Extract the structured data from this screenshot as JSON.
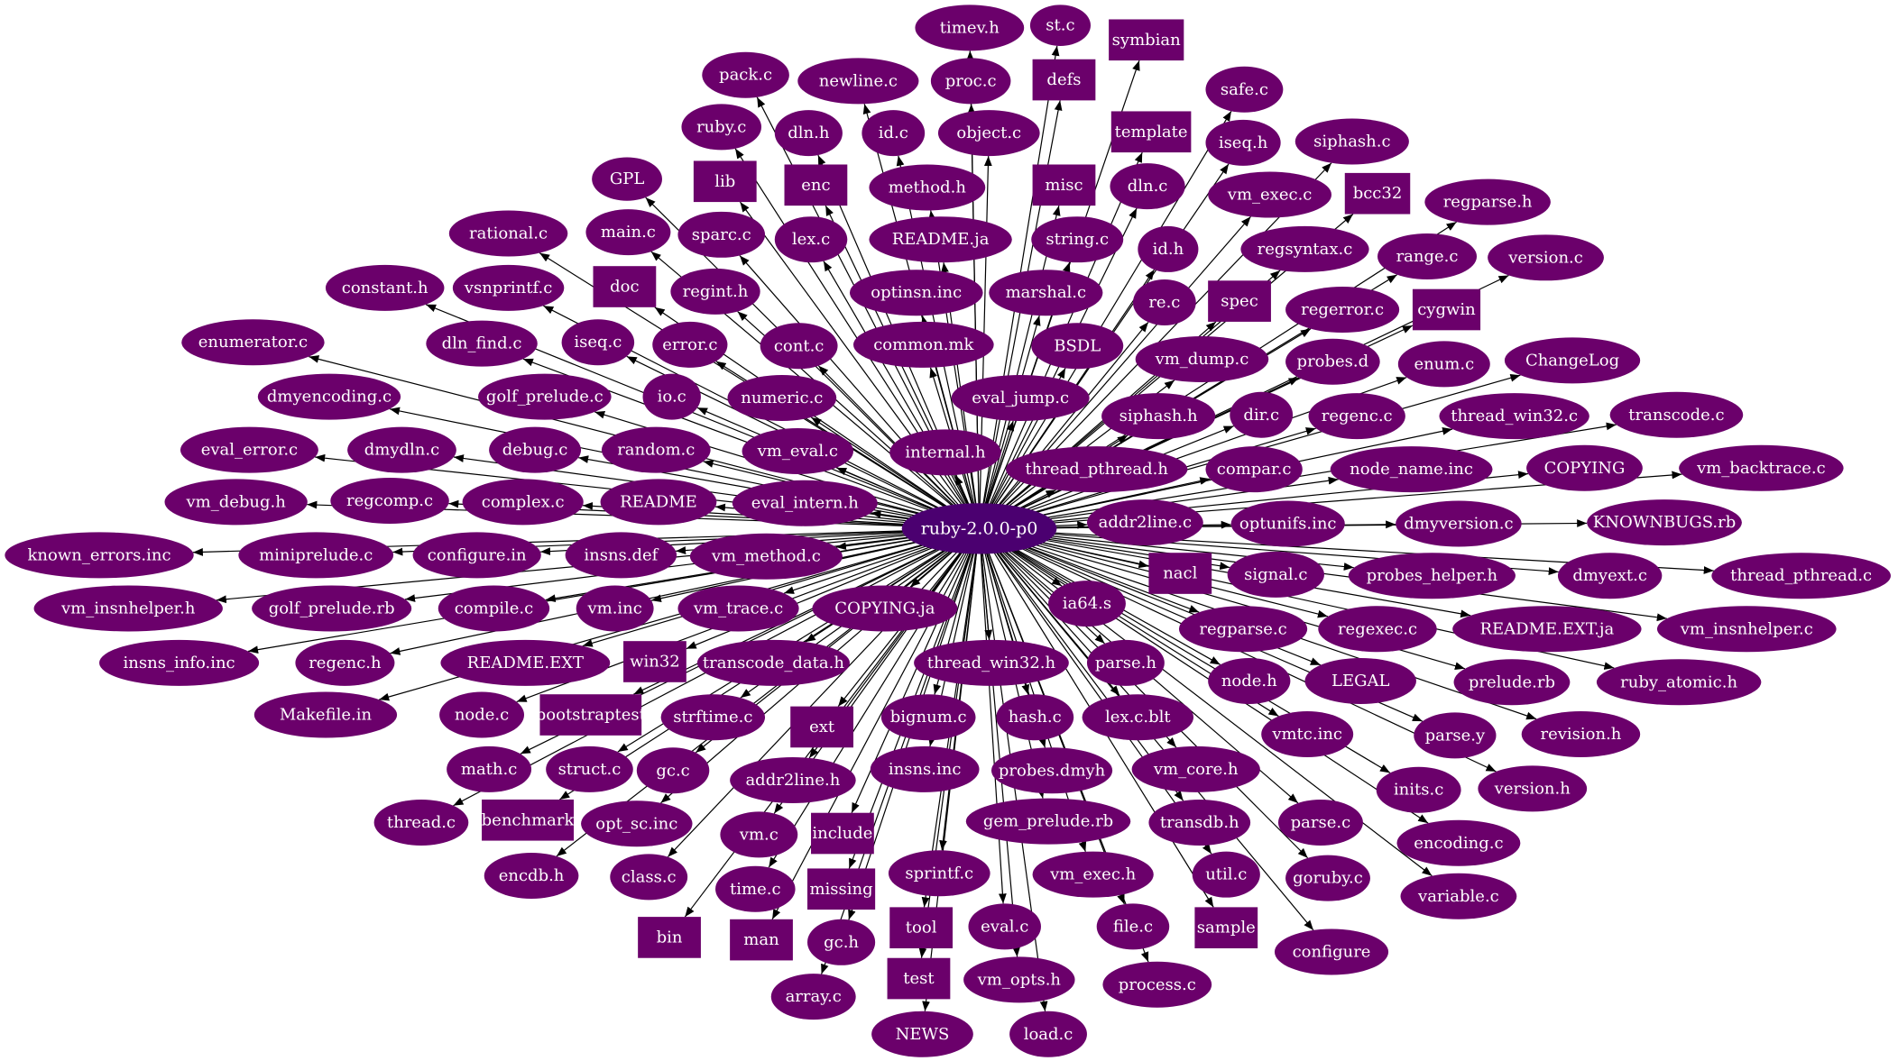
{
  "colors": {
    "node": "#6b006b",
    "root": "#4b0070",
    "edge": "#000000",
    "label": "#ffffff"
  },
  "root": "ruby-2.0.0-p0",
  "nodes": [
    {
      "label": "timev.h",
      "shape": "ellipse"
    },
    {
      "label": "st.c",
      "shape": "ellipse"
    },
    {
      "label": "symbian",
      "shape": "box"
    },
    {
      "label": "pack.c",
      "shape": "ellipse"
    },
    {
      "label": "newline.c",
      "shape": "ellipse"
    },
    {
      "label": "proc.c",
      "shape": "ellipse"
    },
    {
      "label": "defs",
      "shape": "box"
    },
    {
      "label": "safe.c",
      "shape": "ellipse"
    },
    {
      "label": "ruby.c",
      "shape": "ellipse"
    },
    {
      "label": "dln.h",
      "shape": "ellipse"
    },
    {
      "label": "id.c",
      "shape": "ellipse"
    },
    {
      "label": "object.c",
      "shape": "ellipse"
    },
    {
      "label": "template",
      "shape": "box"
    },
    {
      "label": "iseq.h",
      "shape": "ellipse"
    },
    {
      "label": "siphash.c",
      "shape": "ellipse"
    },
    {
      "label": "GPL",
      "shape": "ellipse"
    },
    {
      "label": "lib",
      "shape": "box"
    },
    {
      "label": "enc",
      "shape": "box"
    },
    {
      "label": "method.h",
      "shape": "ellipse"
    },
    {
      "label": "misc",
      "shape": "box"
    },
    {
      "label": "dln.c",
      "shape": "ellipse"
    },
    {
      "label": "vm_exec.c",
      "shape": "ellipse"
    },
    {
      "label": "bcc32",
      "shape": "box"
    },
    {
      "label": "regparse.h",
      "shape": "ellipse"
    },
    {
      "label": "rational.c",
      "shape": "ellipse"
    },
    {
      "label": "main.c",
      "shape": "ellipse"
    },
    {
      "label": "sparc.c",
      "shape": "ellipse"
    },
    {
      "label": "lex.c",
      "shape": "ellipse"
    },
    {
      "label": "README.ja",
      "shape": "ellipse"
    },
    {
      "label": "string.c",
      "shape": "ellipse"
    },
    {
      "label": "id.h",
      "shape": "ellipse"
    },
    {
      "label": "regsyntax.c",
      "shape": "ellipse"
    },
    {
      "label": "range.c",
      "shape": "ellipse"
    },
    {
      "label": "version.c",
      "shape": "ellipse"
    },
    {
      "label": "constant.h",
      "shape": "ellipse"
    },
    {
      "label": "vsnprintf.c",
      "shape": "ellipse"
    },
    {
      "label": "doc",
      "shape": "box"
    },
    {
      "label": "regint.h",
      "shape": "ellipse"
    },
    {
      "label": "optinsn.inc",
      "shape": "ellipse"
    },
    {
      "label": "marshal.c",
      "shape": "ellipse"
    },
    {
      "label": "re.c",
      "shape": "ellipse"
    },
    {
      "label": "spec",
      "shape": "box"
    },
    {
      "label": "regerror.c",
      "shape": "ellipse"
    },
    {
      "label": "cygwin",
      "shape": "box"
    },
    {
      "label": "enumerator.c",
      "shape": "ellipse"
    },
    {
      "label": "dln_find.c",
      "shape": "ellipse"
    },
    {
      "label": "iseq.c",
      "shape": "ellipse"
    },
    {
      "label": "error.c",
      "shape": "ellipse"
    },
    {
      "label": "cont.c",
      "shape": "ellipse"
    },
    {
      "label": "common.mk",
      "shape": "ellipse"
    },
    {
      "label": "BSDL",
      "shape": "ellipse"
    },
    {
      "label": "vm_dump.c",
      "shape": "ellipse"
    },
    {
      "label": "probes.d",
      "shape": "ellipse"
    },
    {
      "label": "enum.c",
      "shape": "ellipse"
    },
    {
      "label": "ChangeLog",
      "shape": "ellipse"
    },
    {
      "label": "dmyencoding.c",
      "shape": "ellipse"
    },
    {
      "label": "golf_prelude.c",
      "shape": "ellipse"
    },
    {
      "label": "io.c",
      "shape": "ellipse"
    },
    {
      "label": "numeric.c",
      "shape": "ellipse"
    },
    {
      "label": "eval_jump.c",
      "shape": "ellipse"
    },
    {
      "label": "siphash.h",
      "shape": "ellipse"
    },
    {
      "label": "dir.c",
      "shape": "ellipse"
    },
    {
      "label": "regenc.c",
      "shape": "ellipse"
    },
    {
      "label": "thread_win32.c",
      "shape": "ellipse"
    },
    {
      "label": "transcode.c",
      "shape": "ellipse"
    },
    {
      "label": "eval_error.c",
      "shape": "ellipse"
    },
    {
      "label": "dmydln.c",
      "shape": "ellipse"
    },
    {
      "label": "debug.c",
      "shape": "ellipse"
    },
    {
      "label": "random.c",
      "shape": "ellipse"
    },
    {
      "label": "vm_eval.c",
      "shape": "ellipse"
    },
    {
      "label": "internal.h",
      "shape": "ellipse"
    },
    {
      "label": "thread_pthread.h",
      "shape": "ellipse"
    },
    {
      "label": "compar.c",
      "shape": "ellipse"
    },
    {
      "label": "node_name.inc",
      "shape": "ellipse"
    },
    {
      "label": "COPYING",
      "shape": "ellipse"
    },
    {
      "label": "vm_backtrace.c",
      "shape": "ellipse"
    },
    {
      "label": "vm_debug.h",
      "shape": "ellipse"
    },
    {
      "label": "regcomp.c",
      "shape": "ellipse"
    },
    {
      "label": "complex.c",
      "shape": "ellipse"
    },
    {
      "label": "README",
      "shape": "ellipse"
    },
    {
      "label": "eval_intern.h",
      "shape": "ellipse"
    },
    {
      "label": "addr2line.c",
      "shape": "ellipse"
    },
    {
      "label": "optunifs.inc",
      "shape": "ellipse"
    },
    {
      "label": "dmyversion.c",
      "shape": "ellipse"
    },
    {
      "label": "KNOWNBUGS.rb",
      "shape": "ellipse"
    },
    {
      "label": "known_errors.inc",
      "shape": "ellipse"
    },
    {
      "label": "miniprelude.c",
      "shape": "ellipse"
    },
    {
      "label": "configure.in",
      "shape": "ellipse"
    },
    {
      "label": "insns.def",
      "shape": "ellipse"
    },
    {
      "label": "vm_method.c",
      "shape": "ellipse"
    },
    {
      "label": "nacl",
      "shape": "box"
    },
    {
      "label": "signal.c",
      "shape": "ellipse"
    },
    {
      "label": "probes_helper.h",
      "shape": "ellipse"
    },
    {
      "label": "dmyext.c",
      "shape": "ellipse"
    },
    {
      "label": "thread_pthread.c",
      "shape": "ellipse"
    },
    {
      "label": "vm_insnhelper.h",
      "shape": "ellipse"
    },
    {
      "label": "golf_prelude.rb",
      "shape": "ellipse"
    },
    {
      "label": "compile.c",
      "shape": "ellipse"
    },
    {
      "label": "vm.inc",
      "shape": "ellipse"
    },
    {
      "label": "vm_trace.c",
      "shape": "ellipse"
    },
    {
      "label": "COPYING.ja",
      "shape": "ellipse"
    },
    {
      "label": "ia64.s",
      "shape": "ellipse"
    },
    {
      "label": "regparse.c",
      "shape": "ellipse"
    },
    {
      "label": "regexec.c",
      "shape": "ellipse"
    },
    {
      "label": "README.EXT.ja",
      "shape": "ellipse"
    },
    {
      "label": "vm_insnhelper.c",
      "shape": "ellipse"
    },
    {
      "label": "insns_info.inc",
      "shape": "ellipse"
    },
    {
      "label": "regenc.h",
      "shape": "ellipse"
    },
    {
      "label": "README.EXT",
      "shape": "ellipse"
    },
    {
      "label": "win32",
      "shape": "box"
    },
    {
      "label": "transcode_data.h",
      "shape": "ellipse"
    },
    {
      "label": "thread_win32.h",
      "shape": "ellipse"
    },
    {
      "label": "parse.h",
      "shape": "ellipse"
    },
    {
      "label": "node.h",
      "shape": "ellipse"
    },
    {
      "label": "LEGAL",
      "shape": "ellipse"
    },
    {
      "label": "prelude.rb",
      "shape": "ellipse"
    },
    {
      "label": "ruby_atomic.h",
      "shape": "ellipse"
    },
    {
      "label": "Makefile.in",
      "shape": "ellipse"
    },
    {
      "label": "node.c",
      "shape": "ellipse"
    },
    {
      "label": "bootstraptest",
      "shape": "box"
    },
    {
      "label": "strftime.c",
      "shape": "ellipse"
    },
    {
      "label": "ext",
      "shape": "box"
    },
    {
      "label": "bignum.c",
      "shape": "ellipse"
    },
    {
      "label": "hash.c",
      "shape": "ellipse"
    },
    {
      "label": "lex.c.blt",
      "shape": "ellipse"
    },
    {
      "label": "vmtc.inc",
      "shape": "ellipse"
    },
    {
      "label": "parse.y",
      "shape": "ellipse"
    },
    {
      "label": "revision.h",
      "shape": "ellipse"
    },
    {
      "label": "math.c",
      "shape": "ellipse"
    },
    {
      "label": "struct.c",
      "shape": "ellipse"
    },
    {
      "label": "gc.c",
      "shape": "ellipse"
    },
    {
      "label": "addr2line.h",
      "shape": "ellipse"
    },
    {
      "label": "insns.inc",
      "shape": "ellipse"
    },
    {
      "label": "probes.dmyh",
      "shape": "ellipse"
    },
    {
      "label": "vm_core.h",
      "shape": "ellipse"
    },
    {
      "label": "inits.c",
      "shape": "ellipse"
    },
    {
      "label": "version.h",
      "shape": "ellipse"
    },
    {
      "label": "thread.c",
      "shape": "ellipse"
    },
    {
      "label": "benchmark",
      "shape": "box"
    },
    {
      "label": "opt_sc.inc",
      "shape": "ellipse"
    },
    {
      "label": "vm.c",
      "shape": "ellipse"
    },
    {
      "label": "include",
      "shape": "box"
    },
    {
      "label": "gem_prelude.rb",
      "shape": "ellipse"
    },
    {
      "label": "transdb.h",
      "shape": "ellipse"
    },
    {
      "label": "parse.c",
      "shape": "ellipse"
    },
    {
      "label": "encoding.c",
      "shape": "ellipse"
    },
    {
      "label": "encdb.h",
      "shape": "ellipse"
    },
    {
      "label": "class.c",
      "shape": "ellipse"
    },
    {
      "label": "time.c",
      "shape": "ellipse"
    },
    {
      "label": "missing",
      "shape": "box"
    },
    {
      "label": "sprintf.c",
      "shape": "ellipse"
    },
    {
      "label": "vm_exec.h",
      "shape": "ellipse"
    },
    {
      "label": "util.c",
      "shape": "ellipse"
    },
    {
      "label": "goruby.c",
      "shape": "ellipse"
    },
    {
      "label": "variable.c",
      "shape": "ellipse"
    },
    {
      "label": "bin",
      "shape": "box"
    },
    {
      "label": "man",
      "shape": "box"
    },
    {
      "label": "tool",
      "shape": "box"
    },
    {
      "label": "gc.h",
      "shape": "ellipse"
    },
    {
      "label": "eval.c",
      "shape": "ellipse"
    },
    {
      "label": "file.c",
      "shape": "ellipse"
    },
    {
      "label": "sample",
      "shape": "box"
    },
    {
      "label": "configure",
      "shape": "ellipse"
    },
    {
      "label": "test",
      "shape": "box"
    },
    {
      "label": "vm_opts.h",
      "shape": "ellipse"
    },
    {
      "label": "process.c",
      "shape": "ellipse"
    },
    {
      "label": "array.c",
      "shape": "ellipse"
    },
    {
      "label": "NEWS",
      "shape": "ellipse"
    },
    {
      "label": "load.c",
      "shape": "ellipse"
    }
  ]
}
